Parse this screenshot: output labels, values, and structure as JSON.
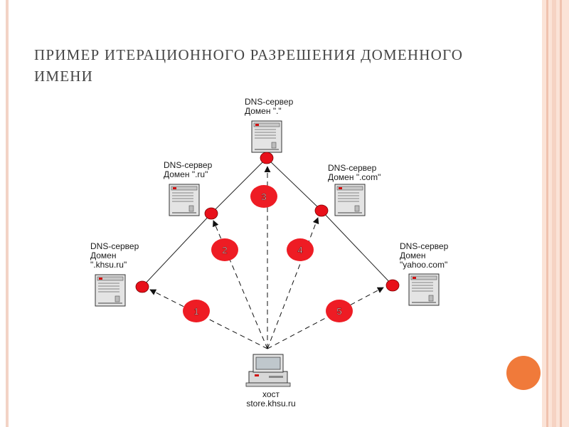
{
  "title_line1": "ПРИМЕР ИТЕРАЦИОННОГО РАЗРЕШЕНИЯ ДОМЕННОГО",
  "title_line2": "ИМЕНИ",
  "colors": {
    "accent_orange": "#f07a3a",
    "node_red": "#e8101a",
    "step_red": "#ee1c24",
    "frame_peach": "#fbe3d7"
  },
  "servers": {
    "root": {
      "line1": "DNS-сервер",
      "line2": "Домен \".\""
    },
    "ru": {
      "line1": "DNS-сервер",
      "line2": "Домен \".ru\""
    },
    "com": {
      "line1": "DNS-сервер",
      "line2": "Домен \".com\""
    },
    "khsu": {
      "line1": "DNS-сервер",
      "line2": "Домен",
      "line3": "\".khsu.ru\""
    },
    "yahoo": {
      "line1": "DNS-сервер",
      "line2": "Домен",
      "line3": "\"yahoo.com\""
    }
  },
  "host": {
    "line1": "хост",
    "line2": "store.khsu.ru"
  },
  "steps": [
    "1",
    "2",
    "3",
    "4",
    "5"
  ],
  "icons": {
    "server": "server-tower-icon",
    "host": "desktop-computer-icon"
  }
}
